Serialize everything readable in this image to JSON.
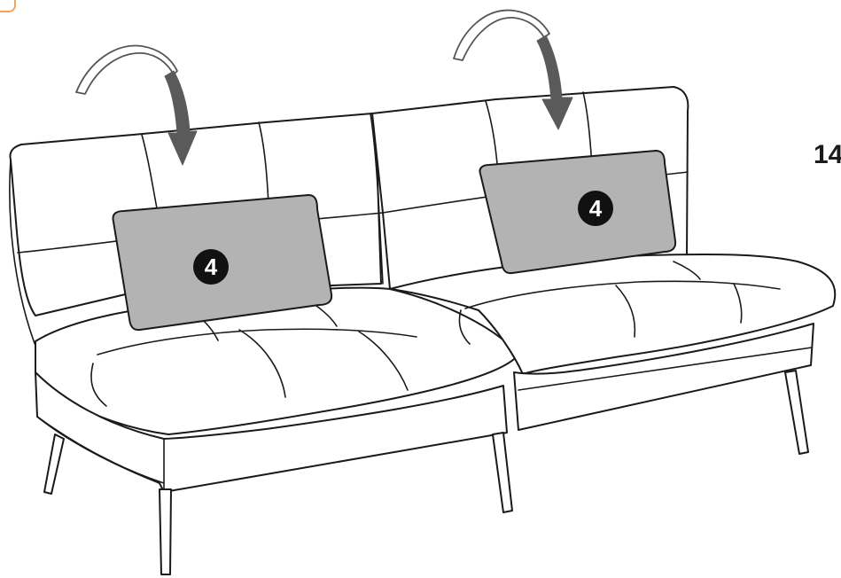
{
  "step": {
    "number": "14"
  },
  "pillows": [
    {
      "label": "4"
    },
    {
      "label": "4"
    }
  ],
  "colors": {
    "pillow": "#b3b3b3",
    "outline": "#1a1a1a",
    "arrow": "#5a5a5a",
    "corner_tab": "#f0a35a"
  },
  "icons": [
    "corner-tab-icon",
    "curved-arrow-icon"
  ]
}
